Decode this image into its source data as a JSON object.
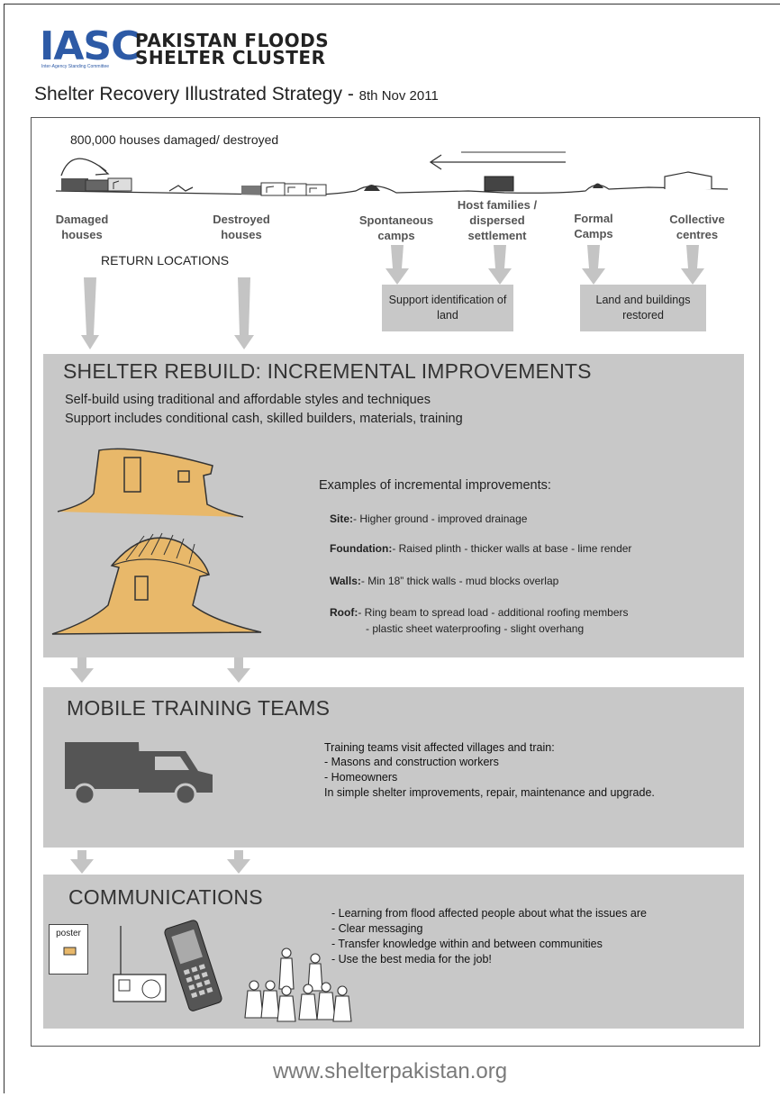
{
  "header": {
    "logo_text": "IASC",
    "logo_subtext": "Inter-Agency Standing Committee",
    "cluster_line1": "PAKISTAN FLOODS",
    "cluster_line2": "SHELTER CLUSTER",
    "title": "Shelter Recovery Illustrated Strategy",
    "title_separator": " - ",
    "date": "8th Nov 2011"
  },
  "situation": {
    "houses_damaged": "800,000 houses damaged/ destroyed",
    "categories": [
      {
        "label": "Damaged houses"
      },
      {
        "label": "Destroyed houses"
      },
      {
        "label": "Spontaneous camps"
      },
      {
        "label": "Host families / dispersed settlement"
      },
      {
        "label": "Formal Camps"
      },
      {
        "label": "Collective centres"
      }
    ],
    "return_locations": "RETURN LOCATIONS",
    "support_land": "Support identification of land",
    "land_restored": "Land and buildings restored"
  },
  "rebuild": {
    "title": "SHELTER REBUILD: INCREMENTAL IMPROVEMENTS",
    "line1": "Self-build using traditional and affordable styles and techniques",
    "line2": "Support includes conditional cash, skilled builders, materials, training",
    "examples_heading": "Examples of incremental improvements:",
    "examples": [
      {
        "key": "Site:",
        "text": "- Higher ground - improved drainage"
      },
      {
        "key": "Foundation:",
        "text": "- Raised plinth - thicker walls at base - lime render"
      },
      {
        "key": "Walls:",
        "text": "- Min 18” thick walls - mud blocks overlap"
      },
      {
        "key": "Roof:",
        "text": "- Ring beam to spread load - additional roofing members"
      }
    ],
    "roof_continued": "- plastic sheet waterproofing - slight overhang"
  },
  "training": {
    "title": "MOBILE TRAINING TEAMS",
    "lines": [
      "Training teams visit affected villages and train:",
      "- Masons and construction workers",
      "- Homeowners",
      "In simple shelter improvements, repair, maintenance and upgrade."
    ]
  },
  "communications": {
    "title": "COMMUNICATIONS",
    "poster_label": "poster",
    "lines": [
      "- Learning from flood affected people about what the issues are",
      "- Clear messaging",
      "- Transfer knowledge within and between communities",
      "- Use the best media for the job!"
    ]
  },
  "footer": {
    "url": "www.shelterpakistan.org"
  },
  "colors": {
    "panel_grey": "#c8c8c8",
    "arrow_grey": "#c4c4c4",
    "iasc_blue": "#2d5aa6",
    "house_ochre": "#e8b86a"
  }
}
